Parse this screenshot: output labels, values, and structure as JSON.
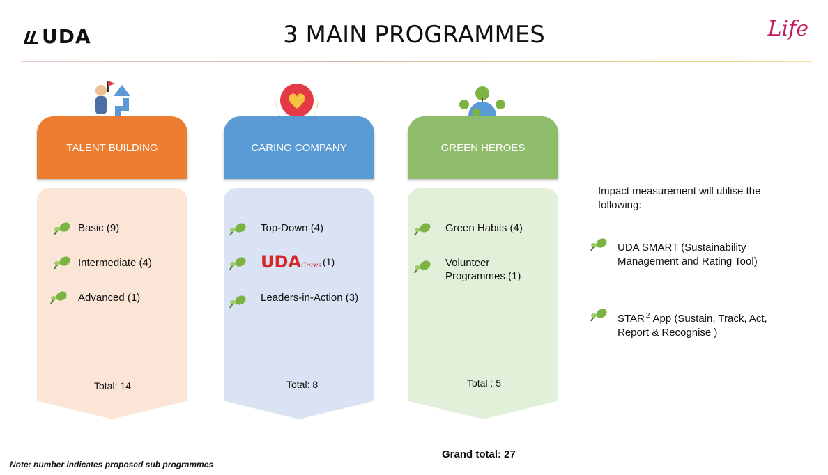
{
  "header": {
    "logo_text": "UDA",
    "title": "3 MAIN PROGRAMMES",
    "life_text": "Life"
  },
  "programmes": [
    {
      "name": "TALENT BUILDING",
      "color": "#ed7d31",
      "body_color": "#fbe5d6",
      "icon": "growth-staircase-icon",
      "items": [
        "Basic (9)",
        "Intermediate (4)",
        "Advanced (1)"
      ],
      "total": "Total: 14"
    },
    {
      "name": "CARING COMPANY",
      "color": "#5b9bd5",
      "body_color": "#dae3f3",
      "icon": "heart-in-hands-icon",
      "items": [
        "Top-Down (4)",
        "(1)",
        "Leaders-in-Action (3)"
      ],
      "logo_text": "UDA",
      "logo_small": "Cares",
      "total": "Total: 8"
    },
    {
      "name": "GREEN HEROES",
      "color": "#8fbc6a",
      "body_color": "#e2f0d9",
      "icon": "earth-in-hands-icon",
      "items": [
        "Green Habits (4)",
        "Volunteer Programmes (1)"
      ],
      "total": "Total : 5"
    }
  ],
  "impact": {
    "heading": "Impact measurement  will utilise the following:",
    "items": [
      "UDA SMART (Sustainability Management and Rating Tool)",
      "App (Sustain, Track, Act, Report &  Recognise )"
    ],
    "star_label": "STAR",
    "star_sup": "2"
  },
  "grand_total": "Grand total:  27",
  "note": "Note: number indicates proposed sub programmes"
}
